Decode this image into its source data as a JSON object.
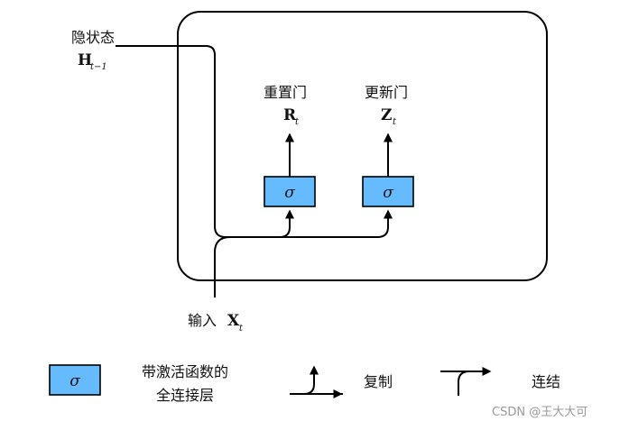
{
  "colors": {
    "sigma_fill": "#66bbff",
    "stroke": "#000000",
    "text": "#111111",
    "watermark": "#999999",
    "background": "#ffffff"
  },
  "hidden_state": {
    "label": "隐状态",
    "symbol": "H",
    "subscript": "t−1"
  },
  "reset_gate": {
    "label": "重置门",
    "symbol": "R",
    "subscript": "t",
    "sigma": "σ"
  },
  "update_gate": {
    "label": "更新门",
    "symbol": "Z",
    "subscript": "t",
    "sigma": "σ"
  },
  "input": {
    "label": "输入",
    "symbol": "X",
    "subscript": "t"
  },
  "legend": {
    "fc_sigma": "σ",
    "fc_label_line1": "带激活函数的",
    "fc_label_line2": "全连接层",
    "copy_label": "复制",
    "concat_label": "连结"
  },
  "watermark": "CSDN @王大大可"
}
